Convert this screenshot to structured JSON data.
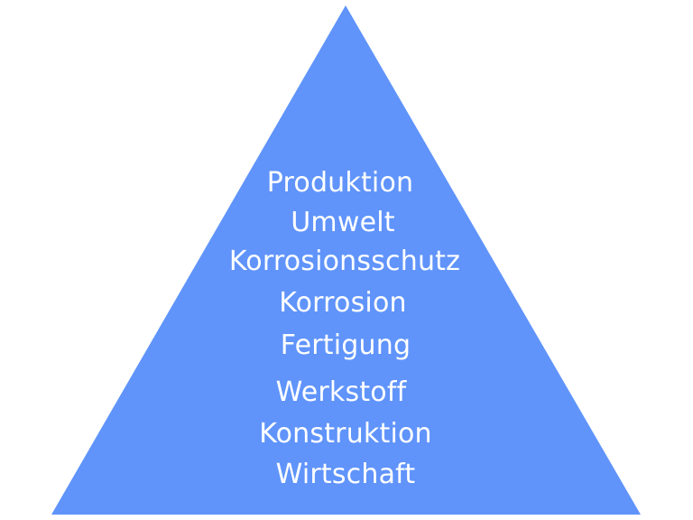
{
  "diagram": {
    "type": "pyramid",
    "fill_color": "#6094fb",
    "text_color": "#ffffff",
    "background": "#ffffff",
    "labels": [
      "Produktion",
      "Umwelt",
      "Korrosionsschutz",
      "Korrosion",
      "Fertigung",
      "Werkstoff",
      "Konstruktion",
      "Wirtschaft"
    ]
  }
}
